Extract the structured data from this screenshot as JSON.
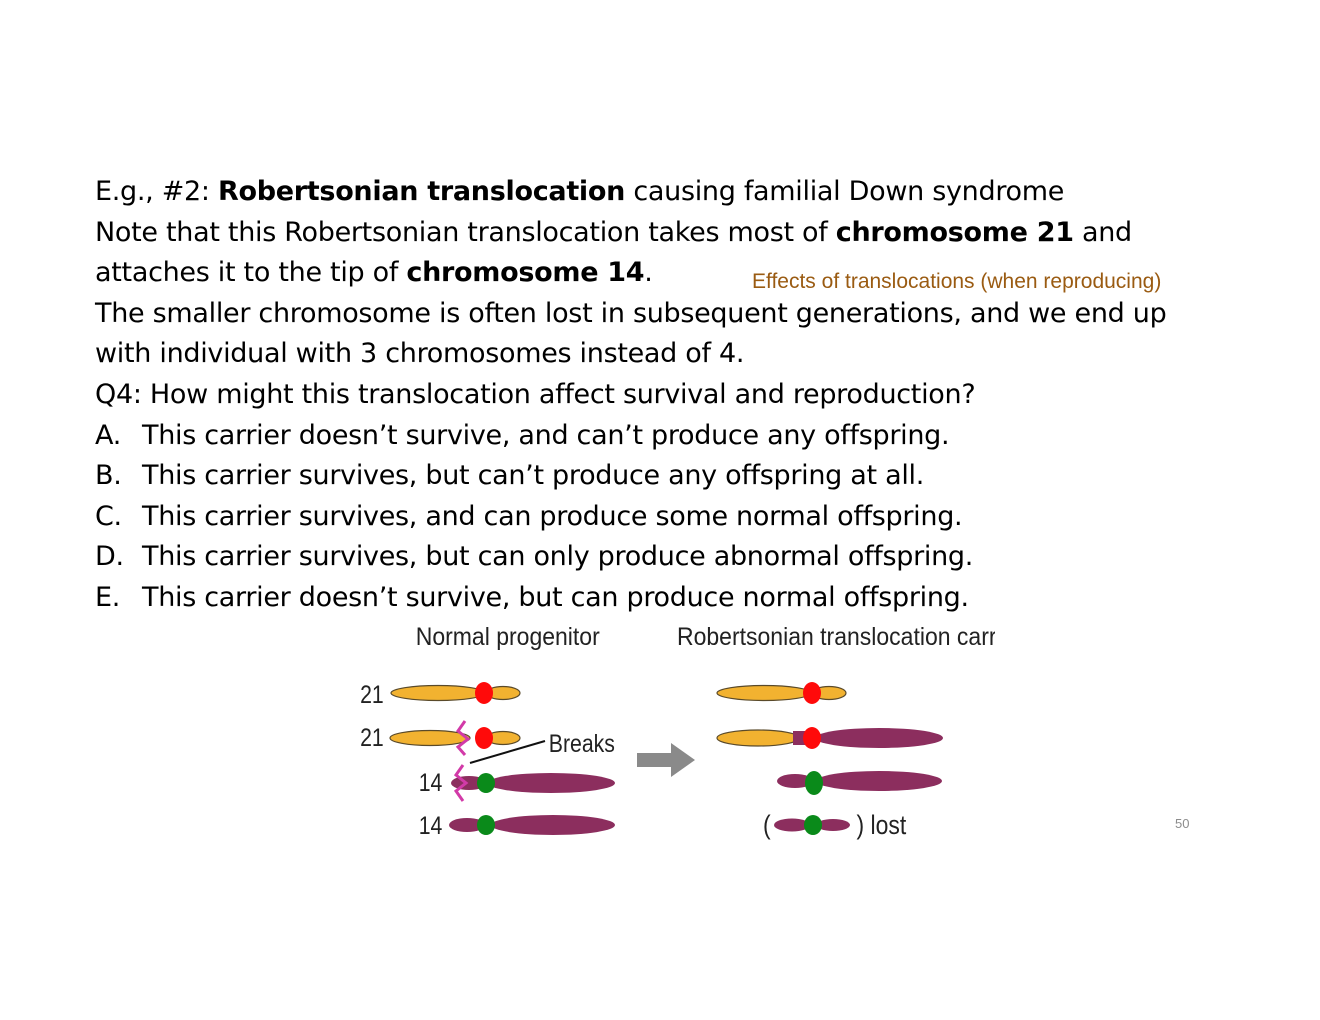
{
  "slide": {
    "line1": {
      "pre": "E.g., #2: ",
      "bold": "Robertsonian translocation",
      "post": " causing familial Down syndrome"
    },
    "line2": {
      "pre": "Note that this Robertsonian translocation takes most of ",
      "bold": "chromosome 21",
      "post": " and"
    },
    "line3": {
      "pre": "attaches it to the tip of ",
      "bold": "chromosome 14",
      "post": "."
    },
    "line4": "The smaller chromosome is often lost in subsequent generations, and we end up",
    "line5": "with individual with 3 chromosomes instead of 4.",
    "question": "Q4: How might this translocation affect survival and reproduction?",
    "options": [
      {
        "letter": "A.",
        "text": "This carrier doesn’t survive, and can’t produce any offspring."
      },
      {
        "letter": "B.",
        "text": "This carrier survives, but can’t produce any offspring at all."
      },
      {
        "letter": "C.",
        "text": "This carrier survives, and can produce some normal offspring."
      },
      {
        "letter": "D.",
        "text": "This carrier survives, but can only produce abnormal offspring."
      },
      {
        "letter": "E.",
        "text": "This carrier doesn’t survive, but can produce normal offspring."
      }
    ],
    "caption": "Effects of translocations (when reproducing)",
    "page_number": "50"
  },
  "diagram": {
    "title_left": "Normal progenitor",
    "title_right": "Robertsonian translocation carrier",
    "label_21a": "21",
    "label_21b": "21",
    "label_14a": "14",
    "label_14b": "14",
    "breaks_label": "Breaks",
    "lost_open": "(",
    "lost_close": ") lost",
    "colors": {
      "chr21": "#f2b230",
      "chr14": "#8c2e5e",
      "centromere21": "#ff0a0a",
      "centromere14": "#0a8a1a",
      "arrow": "#8a8a8a",
      "break": "#d23aa8"
    }
  }
}
